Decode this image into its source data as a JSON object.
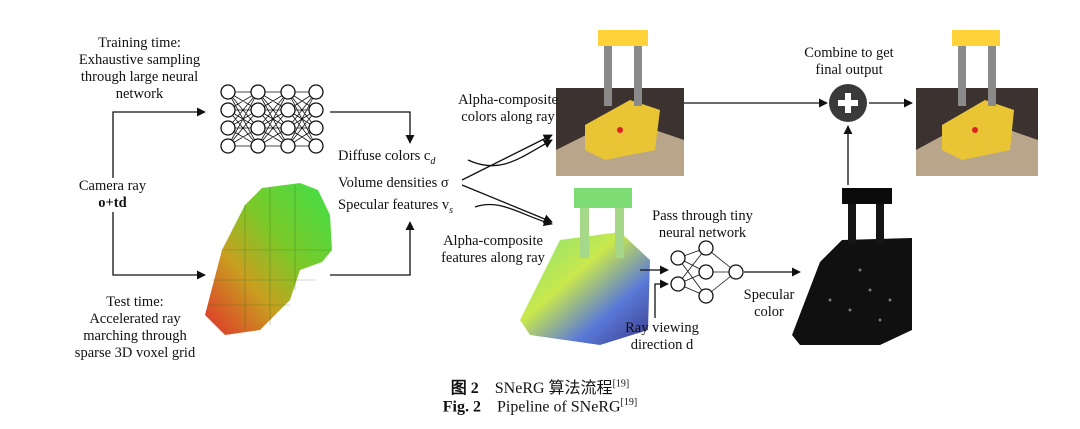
{
  "training": {
    "line1": "Training time:",
    "line2": "Exhaustive sampling",
    "line3": "through large neural",
    "line4": "network"
  },
  "camera": {
    "line1": "Camera ray",
    "line2": "o+td"
  },
  "test": {
    "line1": "Test time:",
    "line2": "Accelerated ray",
    "line3": "marching through",
    "line4": "sparse 3D voxel grid"
  },
  "features": {
    "diffuse": "Diffuse colors c",
    "diffuse_sub": "d",
    "density": "Volume densities σ",
    "specular": "Specular features v",
    "specular_sub": "s"
  },
  "alpha_colors": {
    "line1": "Alpha-composite",
    "line2": "colors along ray"
  },
  "alpha_features": {
    "line1": "Alpha-composite",
    "line2": "features along ray"
  },
  "combine": {
    "line1": "Combine to get",
    "line2": "final output"
  },
  "tiny": {
    "line1": "Pass through tiny",
    "line2": "neural network"
  },
  "ray_view": {
    "line1": "Ray viewing",
    "line2": "direction d"
  },
  "spec_color": {
    "line1": "Specular",
    "line2": "color"
  },
  "plus_symbol": "+",
  "caption": {
    "cn_label": "图 2",
    "cn_text": "SNeRG 算法流程",
    "cn_ref": "[19]",
    "en_label": "Fig. 2",
    "en_text": "Pipeline of SNeRG",
    "en_ref": "[19]"
  }
}
